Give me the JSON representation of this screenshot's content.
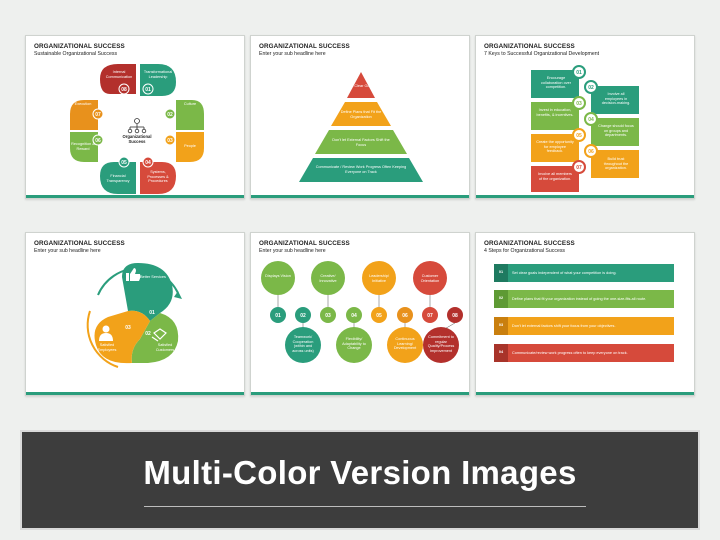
{
  "slides": [
    {
      "title": "ORGANIZATIONAL SUCCESS",
      "subtitle": "Sustainable Organizational Success",
      "center_label": "Organizational Success",
      "items": [
        {
          "num": "01",
          "label": "Transformational Leadership",
          "color": "#2a9d7c"
        },
        {
          "num": "02",
          "label": "Culture",
          "color": "#7bb848"
        },
        {
          "num": "03",
          "label": "People",
          "color": "#f2a21a"
        },
        {
          "num": "04",
          "label": "Systems, Processes & Procedures",
          "color": "#d64a3b"
        },
        {
          "num": "05",
          "label": "Financial Transparency",
          "color": "#2a9d7c"
        },
        {
          "num": "06",
          "label": "Recognition & Reward",
          "color": "#7bb848"
        },
        {
          "num": "07",
          "label": "Execution",
          "color": "#e8911c"
        },
        {
          "num": "08",
          "label": "Internal Communication",
          "color": "#b3302c"
        }
      ]
    },
    {
      "title": "ORGANIZATIONAL SUCCESS",
      "subtitle": "Enter your sub headline here",
      "levels": [
        {
          "label": "Set Clear Goals",
          "color": "#d64a3b"
        },
        {
          "label": "Define Plans that Fit the Organization",
          "color": "#f2a21a"
        },
        {
          "label": "Don't let External Factors Shift the Focus",
          "color": "#7bb848"
        },
        {
          "label": "Communicate / Review Work Progress Often Keeping Everyone on Track",
          "color": "#2a9d7c"
        }
      ]
    },
    {
      "title": "ORGANIZATIONAL SUCCESS",
      "subtitle": "7 Keys to Successful Organizational Development",
      "steps": [
        {
          "num": "01",
          "label": "Encourage collaboration over competition.",
          "color": "#2a9d7c"
        },
        {
          "num": "02",
          "label": "Involve all employees in decision-making.",
          "color": "#2a9d7c"
        },
        {
          "num": "03",
          "label": "Invest in education, benefits, & incentives.",
          "color": "#7bb848"
        },
        {
          "num": "04",
          "label": "Change should focus on groups and departments.",
          "color": "#7bb848"
        },
        {
          "num": "05",
          "label": "Create the opportunity for employee feedback.",
          "color": "#f2a21a"
        },
        {
          "num": "06",
          "label": "Build trust throughout the organization.",
          "color": "#f2a21a"
        },
        {
          "num": "07",
          "label": "Involve all members of the organization.",
          "color": "#d64a3b"
        }
      ]
    },
    {
      "title": "ORGANIZATIONAL SUCCESS",
      "subtitle": "Enter your sub headline here",
      "parts": [
        {
          "num": "01",
          "label": "Better Services",
          "color": "#2a9d7c"
        },
        {
          "num": "02",
          "label": "Satisfied Customers",
          "color": "#7bb848"
        },
        {
          "num": "03",
          "label": "Satisfied Employees",
          "color": "#f2a21a"
        }
      ]
    },
    {
      "title": "ORGANIZATIONAL SUCCESS",
      "subtitle": "Enter your sub headline here",
      "top": [
        {
          "num": "01",
          "label": "Displays Vision",
          "color": "#7bb848"
        },
        {
          "num": "03",
          "label": "Creative/ Innovative",
          "color": "#7bb848"
        },
        {
          "num": "05",
          "label": "Leadership/ Initiative",
          "color": "#f2a21a"
        },
        {
          "num": "07",
          "label": "Customer Orientation",
          "color": "#d64a3b"
        }
      ],
      "bottom": [
        {
          "num": "02",
          "label": "Teamwork/ Cooperation (within and across units)",
          "color": "#2a9d7c"
        },
        {
          "num": "04",
          "label": "Flexibility/ Adaptability to Change",
          "color": "#7bb848"
        },
        {
          "num": "06",
          "label": "Continuous Learning/ Development",
          "color": "#f2a21a"
        },
        {
          "num": "08",
          "label": "Commitment to regular Quality/Process Improvement",
          "color": "#b3302c"
        }
      ]
    },
    {
      "title": "ORGANIZATIONAL SUCCESS",
      "subtitle": "4 Steps for Organizational Success",
      "rows": [
        {
          "num": "01",
          "label": "Set clear goals independent of what your competition is doing.",
          "color": "#2a9d7c"
        },
        {
          "num": "02",
          "label": "Define plans that fit your organization instead of going the one-size-fits-all route.",
          "color": "#7bb848"
        },
        {
          "num": "03",
          "label": "Don't let external factors shift your focus from your objectives.",
          "color": "#f2a21a"
        },
        {
          "num": "04",
          "label": "Communicate/review work progress often to keep everyone on track.",
          "color": "#d64a3b"
        }
      ]
    }
  ],
  "banner": {
    "text": "Multi-Color Version Images"
  }
}
